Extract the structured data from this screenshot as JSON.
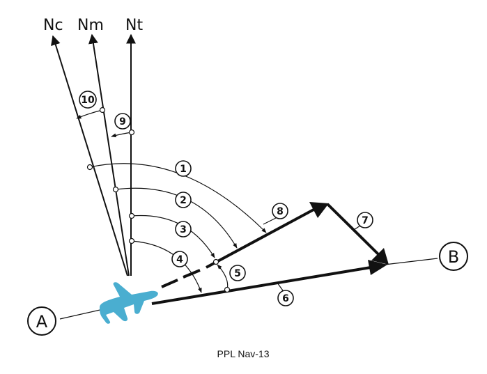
{
  "north_labels": {
    "compass": "Nc",
    "magnetic": "Nm",
    "true": "Nt"
  },
  "endpoints": {
    "start": "A",
    "end": "B"
  },
  "markers": [
    "1",
    "2",
    "3",
    "4",
    "5",
    "6",
    "7",
    "8",
    "9",
    "10"
  ],
  "caption": "PPL Nav-13",
  "colors": {
    "aircraft": "#4aaed0",
    "ink": "#111111"
  }
}
